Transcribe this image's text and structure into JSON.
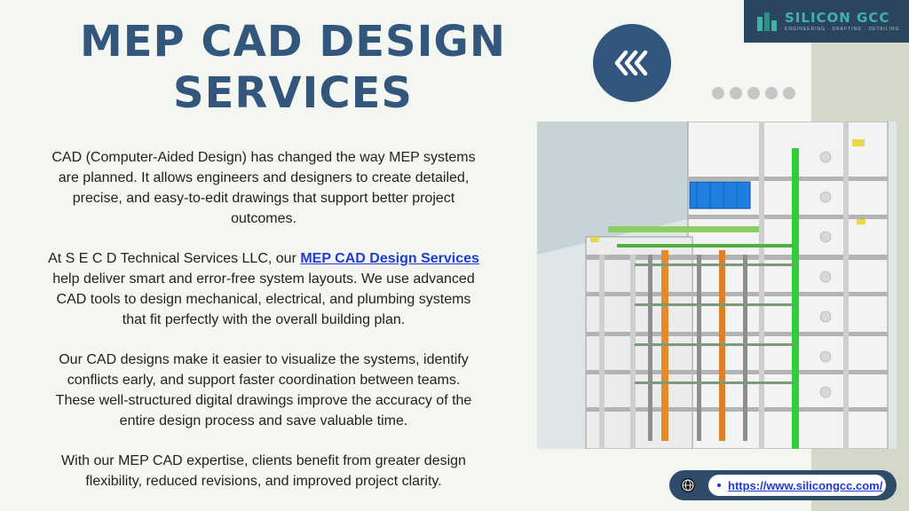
{
  "logo": {
    "name": "SILICON GCC",
    "tagline": "ENGINEERING · DRAFTING · DETAILING"
  },
  "title": {
    "line1": "MEP CAD DESIGN",
    "line2": "SERVICES"
  },
  "nav": {
    "back_icon": "double-chevron-left-icon",
    "dot_count": 5
  },
  "paragraphs": {
    "p1": "CAD (Computer-Aided Design) has changed the way MEP systems are planned. It allows engineers and designers to create detailed, precise, and easy-to-edit drawings that support better project outcomes.",
    "p2_before": "At S E C D Technical Services LLC, our ",
    "p2_link": "MEP CAD Design Services",
    "p2_after": " help deliver smart and error-free system layouts. We use advanced CAD tools to design mechanical, electrical, and plumbing systems that fit perfectly with the overall building plan.",
    "p3": "Our CAD designs make it easier to visualize the systems, identify conflicts early, and support faster coordination between teams. These well-structured digital drawings improve the accuracy of the entire design process and save valuable time.",
    "p4": "With our MEP CAD expertise, clients benefit from greater design flexibility, reduced revisions, and improved project clarity."
  },
  "footer": {
    "url": "https://www.silicongcc.com/",
    "globe_icon": "globe-icon"
  },
  "colors": {
    "title": "#33567d",
    "link": "#1e3bd6",
    "logo_bg": "#2b4560",
    "accent_band": "#d3d8c8"
  }
}
